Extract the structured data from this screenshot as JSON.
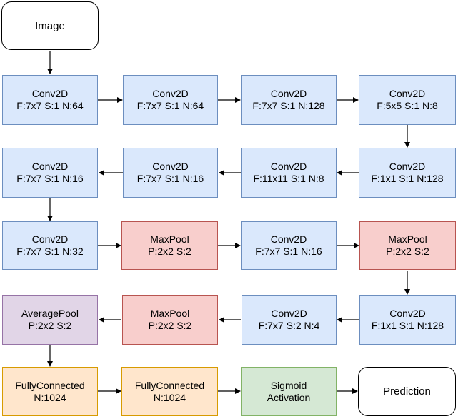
{
  "nodes": {
    "image": {
      "label": "Image"
    },
    "r1c1": {
      "title": "Conv2D",
      "params": "F:7x7 S:1 N:64"
    },
    "r1c2": {
      "title": "Conv2D",
      "params": "F:7x7 S:1 N:64"
    },
    "r1c3": {
      "title": "Conv2D",
      "params": "F:7x7 S:1 N:128"
    },
    "r1c4": {
      "title": "Conv2D",
      "params": "F:5x5 S:1 N:8"
    },
    "r2c4": {
      "title": "Conv2D",
      "params": "F:1x1 S:1 N:128"
    },
    "r2c3": {
      "title": "Conv2D",
      "params": "F:11x11 S:1 N:8"
    },
    "r2c2": {
      "title": "Conv2D",
      "params": "F:7x7 S:1 N:16"
    },
    "r2c1": {
      "title": "Conv2D",
      "params": "F:7x7 S:1 N:16"
    },
    "r3c1": {
      "title": "Conv2D",
      "params": "F:7x7 S:1 N:32"
    },
    "r3c2": {
      "title": "MaxPool",
      "params": "P:2x2 S:2"
    },
    "r3c3": {
      "title": "Conv2D",
      "params": "F:7x7 S:1 N:16"
    },
    "r3c4": {
      "title": "MaxPool",
      "params": "P:2x2 S:2"
    },
    "r4c4": {
      "title": "Conv2D",
      "params": "F:1x1 S:1 N:128"
    },
    "r4c3": {
      "title": "Conv2D",
      "params": "F:7x7 S:2 N:4"
    },
    "r4c2": {
      "title": "MaxPool",
      "params": "P:2x2 S:2"
    },
    "r4c1": {
      "title": "AveragePool",
      "params": "P:2x2 S:2"
    },
    "r5c1": {
      "title": "FullyConnected",
      "params": "N:1024"
    },
    "r5c2": {
      "title": "FullyConnected",
      "params": "N:1024"
    },
    "r5c3": {
      "title": "Sigmoid",
      "params": "Activation"
    },
    "prediction": {
      "label": "Prediction"
    }
  }
}
